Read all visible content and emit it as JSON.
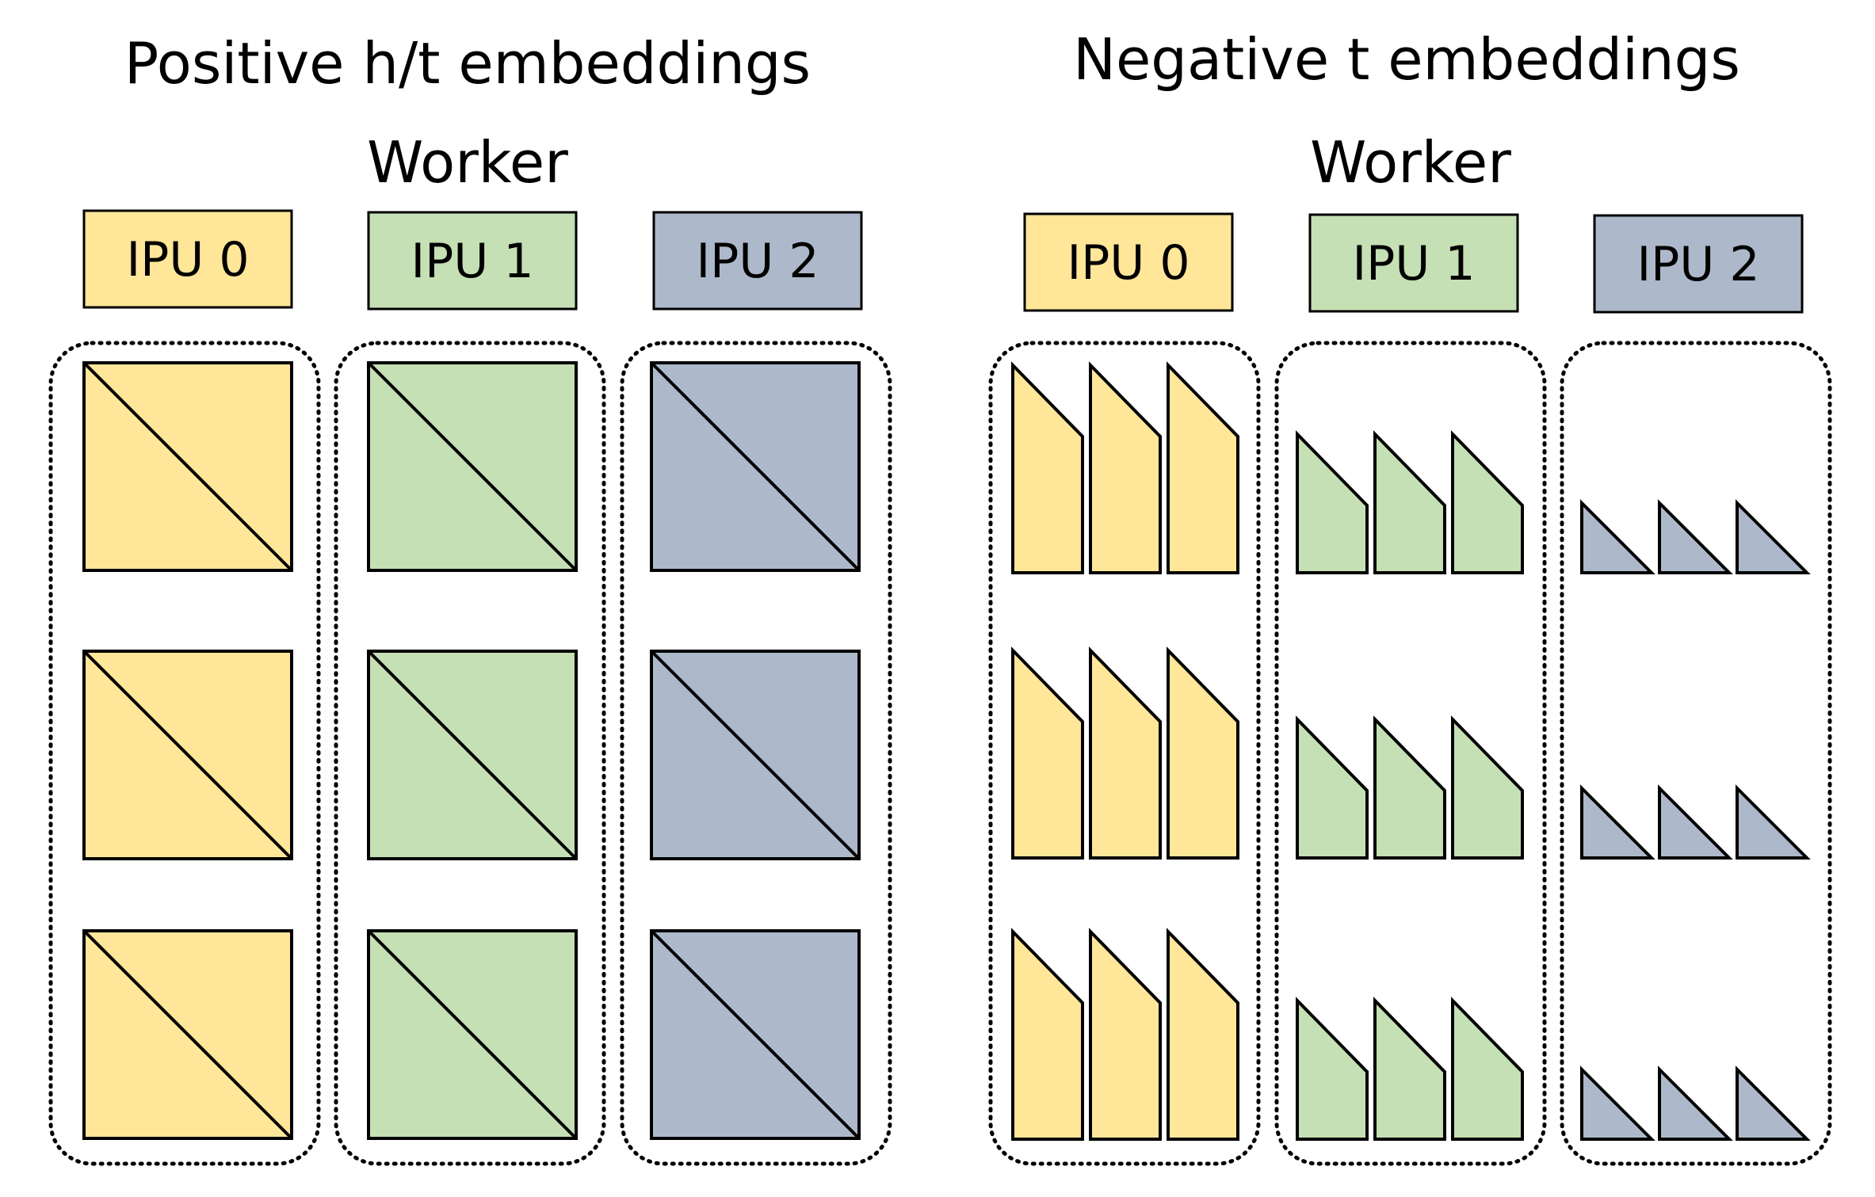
{
  "panels": [
    {
      "id": "positive",
      "title": "Positive h/t embeddings",
      "worker_label": "Worker",
      "kind": "square",
      "ipus": [
        {
          "label": "IPU 0",
          "color": "#FFE699"
        },
        {
          "label": "IPU 1",
          "color": "#C5E0B4"
        },
        {
          "label": "IPU 2",
          "color": "#ADB9CA"
        }
      ]
    },
    {
      "id": "negative",
      "title": "Negative t embeddings",
      "worker_label": "Worker",
      "kind": "strips",
      "ipus": [
        {
          "label": "IPU 0",
          "color": "#FFE699"
        },
        {
          "label": "IPU 1",
          "color": "#C5E0B4"
        },
        {
          "label": "IPU 2",
          "color": "#ADB9CA"
        }
      ]
    }
  ]
}
